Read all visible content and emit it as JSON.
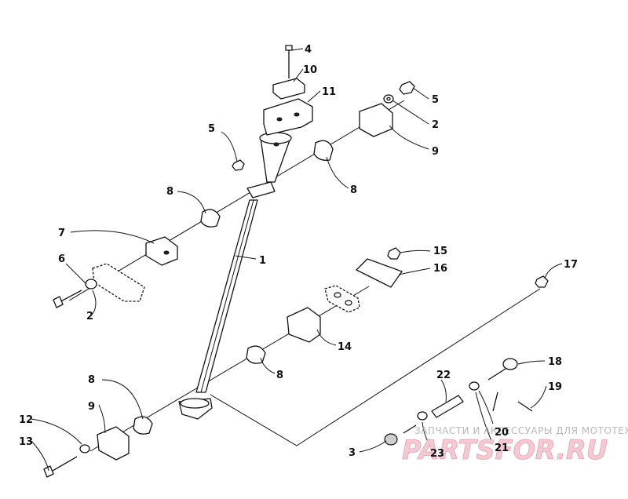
{
  "callouts": [
    {
      "id": "c4a",
      "label": "4"
    },
    {
      "id": "c10",
      "label": "10"
    },
    {
      "id": "c11",
      "label": "11"
    },
    {
      "id": "c5a",
      "label": "5"
    },
    {
      "id": "c5b",
      "label": "5"
    },
    {
      "id": "c2a",
      "label": "2"
    },
    {
      "id": "c9a",
      "label": "9"
    },
    {
      "id": "c8a",
      "label": "8"
    },
    {
      "id": "c8b",
      "label": "8"
    },
    {
      "id": "c7",
      "label": "7"
    },
    {
      "id": "c6",
      "label": "6"
    },
    {
      "id": "c2b",
      "label": "2"
    },
    {
      "id": "c1",
      "label": "1"
    },
    {
      "id": "c15",
      "label": "15"
    },
    {
      "id": "c16",
      "label": "16"
    },
    {
      "id": "c17",
      "label": "17"
    },
    {
      "id": "c14",
      "label": "14"
    },
    {
      "id": "c8c",
      "label": "8"
    },
    {
      "id": "c18",
      "label": "18"
    },
    {
      "id": "c22",
      "label": "22"
    },
    {
      "id": "c19",
      "label": "19"
    },
    {
      "id": "c8d",
      "label": "8"
    },
    {
      "id": "c9b",
      "label": "9"
    },
    {
      "id": "c12",
      "label": "12"
    },
    {
      "id": "c13",
      "label": "13"
    },
    {
      "id": "c20",
      "label": "20"
    },
    {
      "id": "c21",
      "label": "21"
    },
    {
      "id": "c3",
      "label": "3"
    },
    {
      "id": "c23",
      "label": "23"
    }
  ],
  "watermark": {
    "caption": "ЗАПЧАСТИ И АКСЕССУАРЫ ДЛЯ МОТОТЕХНИКИ",
    "logo": "PARTSFOR.RU"
  }
}
